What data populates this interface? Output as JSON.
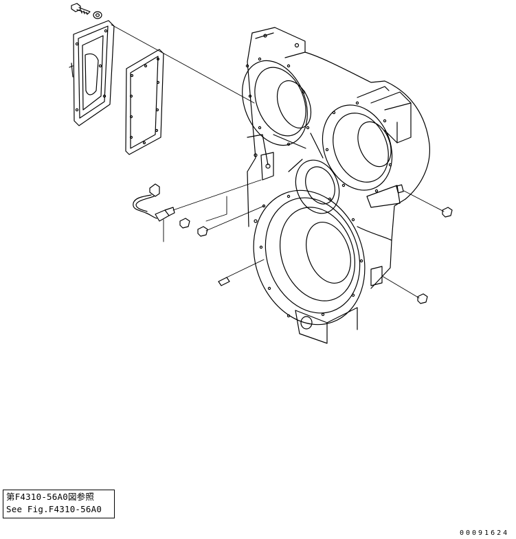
{
  "reference_note": {
    "line_ja": "第F4310-56A0図参照",
    "line_en": "See Fig.F4310-56A0"
  },
  "drawing_id": "00091624"
}
